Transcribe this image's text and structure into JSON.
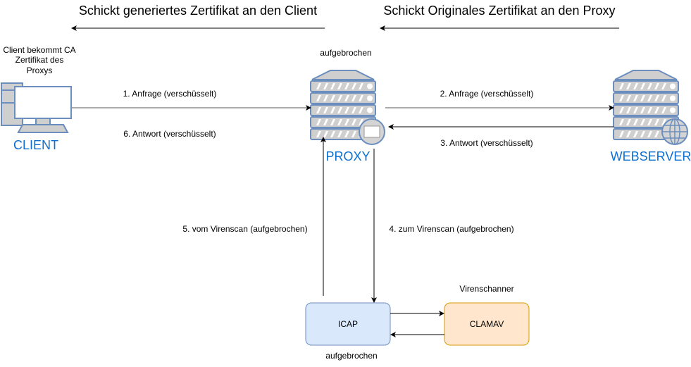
{
  "header": {
    "left_title": "Schickt generiertes Zertifikat an den Client",
    "right_title": "Schickt Originales Zertifikat an den Proxy"
  },
  "client": {
    "note_lines": [
      "Client bekommt CA",
      "Zertifikat des",
      "Proxys"
    ],
    "label": "CLIENT"
  },
  "proxy": {
    "label": "PROXY",
    "note": "aufgebrochen"
  },
  "webserver": {
    "label": "WEBSERVER"
  },
  "edges": {
    "e1": "1. Anfrage (verschüsselt)",
    "e2": "2. Anfrage (verschüsselt)",
    "e3": "3. Antwort (verschüsselt)",
    "e4": "4. zum Virenscan (aufgebrochen)",
    "e5": "5. vom Virenscan (aufgebrochen)",
    "e6": "6. Antwort (verschüsselt)"
  },
  "icap": {
    "label": "ICAP",
    "note": "aufgebrochen"
  },
  "clamav": {
    "label": "CLAMAV",
    "note": "Virenschanner"
  },
  "colors": {
    "icap_fill": "#dae8fc",
    "icap_stroke": "#6c8ebf",
    "clamav_fill": "#ffe6cc",
    "clamav_stroke": "#d79b00",
    "label_blue": "#0b6fd1"
  }
}
